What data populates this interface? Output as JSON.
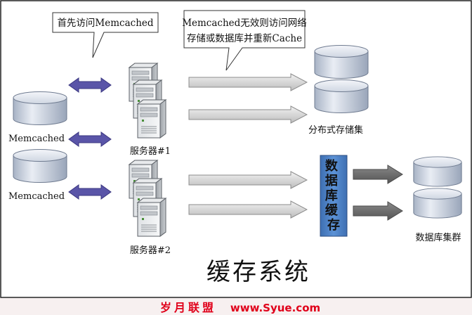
{
  "callouts": {
    "first_access": "首先访问Memcached",
    "fallback_line1": "Memcached无效则访问网络",
    "fallback_line2": "存储或数据库并重新Cache"
  },
  "labels": {
    "memcached_top": "Memcached",
    "memcached_bottom": "Memcached",
    "server_group_1": "服务器#1",
    "server_group_2": "服务器#2",
    "distributed_storage": "分布式存储集",
    "db_cache_box": "数据库缓存",
    "db_cluster": "数据库集群",
    "main_title": "缓存系统"
  },
  "footer": {
    "watermark_cn": "岁月联盟",
    "watermark_url": "www.Syue.com"
  },
  "colors": {
    "frame": "#222222",
    "callout_bg": "#ffffff",
    "double_arrow": "#5a55a8",
    "db_box_bg": "#4d7fc0",
    "footer_text": "#e0001a",
    "footer_bg": "#f7f0f0"
  },
  "icons": {
    "database": "cylinder-icon",
    "server": "server-tower-icon",
    "arrow_light": "gray-block-arrow",
    "arrow_dark": "dark-gray-block-arrow"
  }
}
